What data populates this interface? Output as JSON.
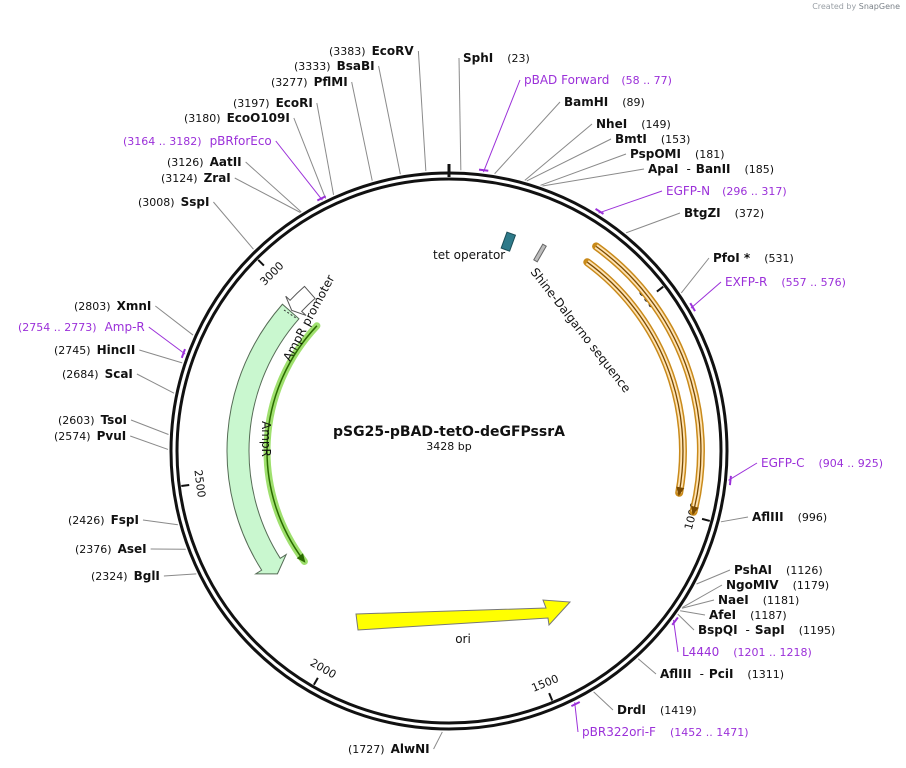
{
  "credit": {
    "prefix": "Created by",
    "brand": "SnapGene"
  },
  "plasmid": {
    "name": "pSG25-pBAD-tetO-deGFPssrA",
    "length": "3428 bp",
    "total_bp": 3428
  },
  "colors": {
    "primer": "#9b30d9",
    "enzyme_line": "#8a8a8a",
    "backbone": "#111111",
    "egfp_fill": "#ffe3b3",
    "egfp_stroke": "#c98a1a",
    "egfp_inner": "#7a4a00",
    "ampr_fill": "#c9f7cf",
    "ampr_outline": "#9fe06e",
    "ampr_dark": "#2a6a00",
    "ori_fill": "#ffff00",
    "teto_fill": "#2e7a8a"
  },
  "ticks": [
    {
      "bp": 500,
      "label": "500"
    },
    {
      "bp": 1000,
      "label": "1000"
    },
    {
      "bp": 1500,
      "label": "1500"
    },
    {
      "bp": 2000,
      "label": "2000"
    },
    {
      "bp": 2500,
      "label": "2500"
    },
    {
      "bp": 3000,
      "label": "3000"
    }
  ],
  "features": {
    "tet_operator": "tet operator",
    "shine_dalgarno": "Shine-Dalgarno sequence",
    "ampr_promoter": "AmpR promoter",
    "ampr": "AmpR",
    "ori": "ori"
  },
  "left_labels": [
    {
      "pos": "(3383)",
      "name": "EcoRV",
      "type": "enzyme",
      "bp": 3383
    },
    {
      "pos": "(3333)",
      "name": "BsaBI",
      "type": "enzyme",
      "bp": 3333
    },
    {
      "pos": "(3277)",
      "name": "PflMI",
      "type": "enzyme",
      "bp": 3277
    },
    {
      "pos": "(3197)",
      "name": "EcoRI",
      "type": "enzyme",
      "bp": 3197
    },
    {
      "pos": "(3180)",
      "name": "EcoO109I",
      "type": "enzyme",
      "bp": 3180
    },
    {
      "pos": "(3164 .. 3182)",
      "name": "pBRforEco",
      "type": "primer",
      "bp": 3173
    },
    {
      "pos": "(3126)",
      "name": "AatII",
      "type": "enzyme",
      "bp": 3126
    },
    {
      "pos": "(3124)",
      "name": "ZraI",
      "type": "enzyme",
      "bp": 3124
    },
    {
      "pos": "(3008)",
      "name": "SspI",
      "type": "enzyme",
      "bp": 3008
    },
    {
      "pos": "(2803)",
      "name": "XmnI",
      "type": "enzyme",
      "bp": 2803
    },
    {
      "pos": "(2754 .. 2773)",
      "name": "Amp-R",
      "type": "primer",
      "bp": 2763
    },
    {
      "pos": "(2745)",
      "name": "HincII",
      "type": "enzyme",
      "bp": 2745
    },
    {
      "pos": "(2684)",
      "name": "ScaI",
      "type": "enzyme",
      "bp": 2684
    },
    {
      "pos": "(2603)",
      "name": "TsoI",
      "type": "enzyme",
      "bp": 2603
    },
    {
      "pos": "(2574)",
      "name": "PvuI",
      "type": "enzyme",
      "bp": 2574
    },
    {
      "pos": "(2426)",
      "name": "FspI",
      "type": "enzyme",
      "bp": 2426
    },
    {
      "pos": "(2376)",
      "name": "AseI",
      "type": "enzyme",
      "bp": 2376
    },
    {
      "pos": "(2324)",
      "name": "BglI",
      "type": "enzyme",
      "bp": 2324
    },
    {
      "pos": "(1727)",
      "name": "AlwNI",
      "type": "enzyme",
      "bp": 1727
    }
  ],
  "right_labels": [
    {
      "name": "SphI",
      "pos": "(23)",
      "type": "enzyme",
      "bp": 23
    },
    {
      "name": "pBAD Forward",
      "pos": "(58 .. 77)",
      "type": "primer",
      "bp": 67
    },
    {
      "name": "BamHI",
      "pos": "(89)",
      "type": "enzyme",
      "bp": 89
    },
    {
      "name": "NheI",
      "pos": "(149)",
      "type": "enzyme",
      "bp": 149
    },
    {
      "name": "BmtI",
      "pos": "(153)",
      "type": "enzyme",
      "bp": 153
    },
    {
      "name": "PspOMI",
      "pos": "(181)",
      "type": "enzyme",
      "bp": 181
    },
    {
      "name": "ApaI",
      "name2": "BanII",
      "pos": "(185)",
      "type": "enzyme",
      "bp": 185
    },
    {
      "name": "EGFP-N",
      "pos": "(296 .. 317)",
      "type": "primer",
      "bp": 306
    },
    {
      "name": "BtgZI",
      "pos": "(372)",
      "type": "enzyme",
      "bp": 372
    },
    {
      "name": "PfoI *",
      "pos": "(531)",
      "type": "enzyme",
      "bp": 531
    },
    {
      "name": "EXFP-R",
      "pos": "(557 .. 576)",
      "type": "primer",
      "bp": 566
    },
    {
      "name": "EGFP-C",
      "pos": "(904 .. 925)",
      "type": "primer",
      "bp": 914
    },
    {
      "name": "AflIII",
      "pos": "(996)",
      "type": "enzyme",
      "bp": 996
    },
    {
      "name": "PshAI",
      "pos": "(1126)",
      "type": "enzyme",
      "bp": 1126
    },
    {
      "name": "NgoMIV",
      "pos": "(1179)",
      "type": "enzyme",
      "bp": 1179
    },
    {
      "name": "NaeI",
      "pos": "(1181)",
      "type": "enzyme",
      "bp": 1181
    },
    {
      "name": "AfeI",
      "pos": "(1187)",
      "type": "enzyme",
      "bp": 1187
    },
    {
      "name": "BspQI",
      "name2": "SapI",
      "pos": "(1195)",
      "type": "enzyme",
      "bp": 1195
    },
    {
      "name": "L4440",
      "pos": "(1201 .. 1218)",
      "type": "primer",
      "bp": 1209
    },
    {
      "name": "AflIII",
      "name2": "PciI",
      "pos": "(1311)",
      "type": "enzyme",
      "bp": 1311
    },
    {
      "name": "DrdI",
      "pos": "(1419)",
      "type": "enzyme",
      "bp": 1419
    },
    {
      "name": "pBR322ori-F",
      "pos": "(1452 .. 1471)",
      "type": "primer",
      "bp": 1461
    }
  ]
}
